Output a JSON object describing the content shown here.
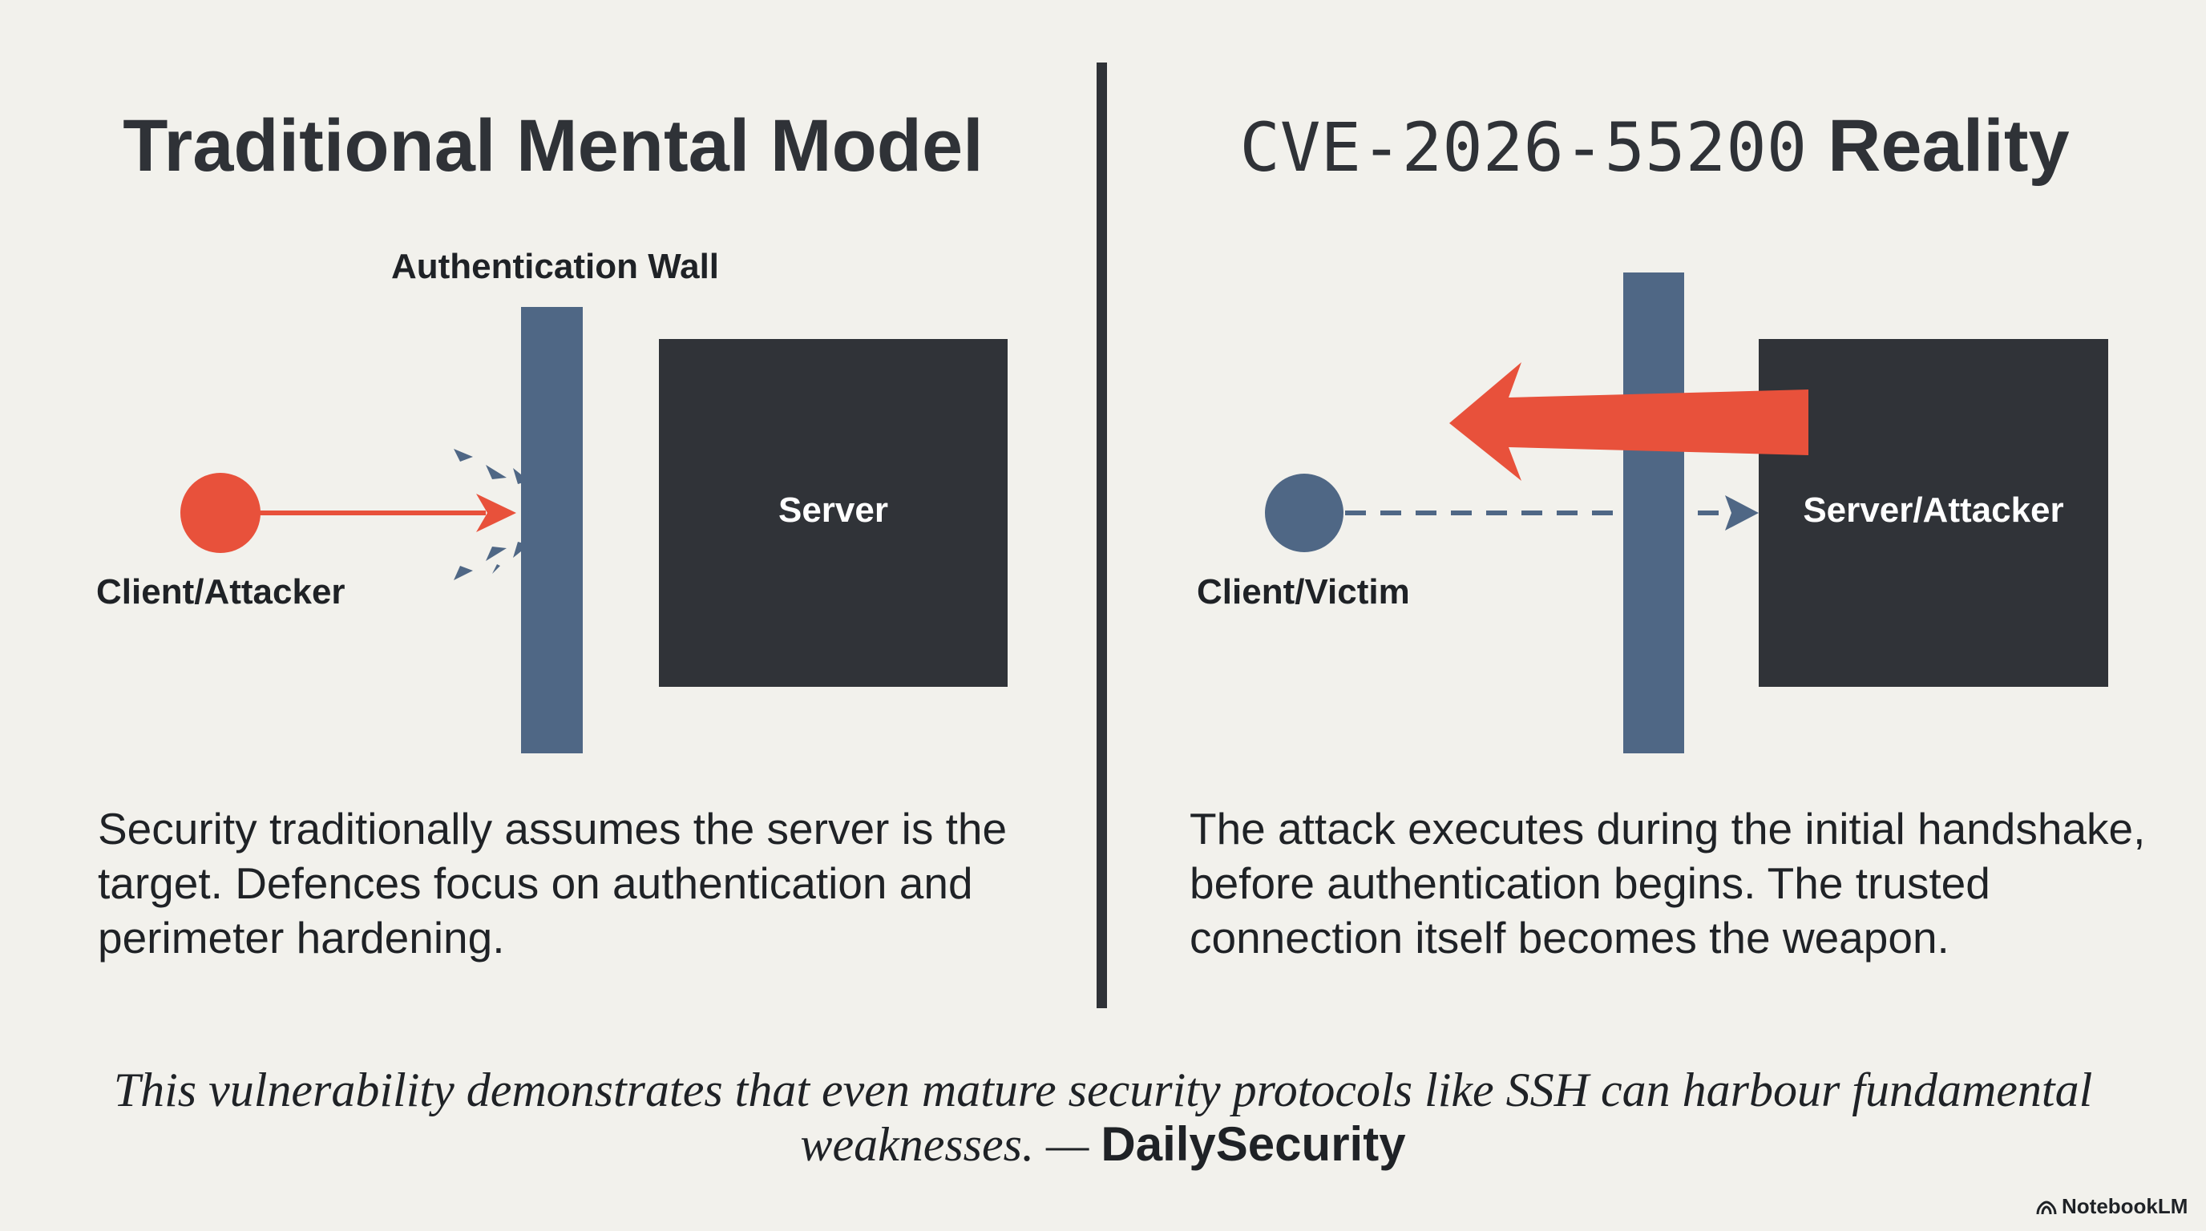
{
  "left_panel": {
    "heading": "Traditional Mental Model",
    "wall_label": "Authentication Wall",
    "node_label": "Client/Attacker",
    "server_label": "Server",
    "description": "Security traditionally assumes the server is the target. Defences focus on authentication and perimeter hardening."
  },
  "right_panel": {
    "heading_code": "CVE-2026-55200",
    "heading_word": "Reality",
    "node_label": "Client/Victim",
    "server_label": "Server/Attacker",
    "description": "The attack executes during the initial handshake, before authentication begins. The trusted connection itself becomes the weapon."
  },
  "quote": {
    "text": "This vulnerability demonstrates that even mature security protocols like SSH can harbour fundamental weaknesses. —",
    "source": "DailySecurity"
  },
  "watermark": {
    "text": "NotebookLM",
    "icon": "notebooklm-logo-icon"
  },
  "colors": {
    "background": "#f2f1ec",
    "accent_red": "#e8513b",
    "wall_blue": "#4f6785",
    "dark": "#303338"
  }
}
